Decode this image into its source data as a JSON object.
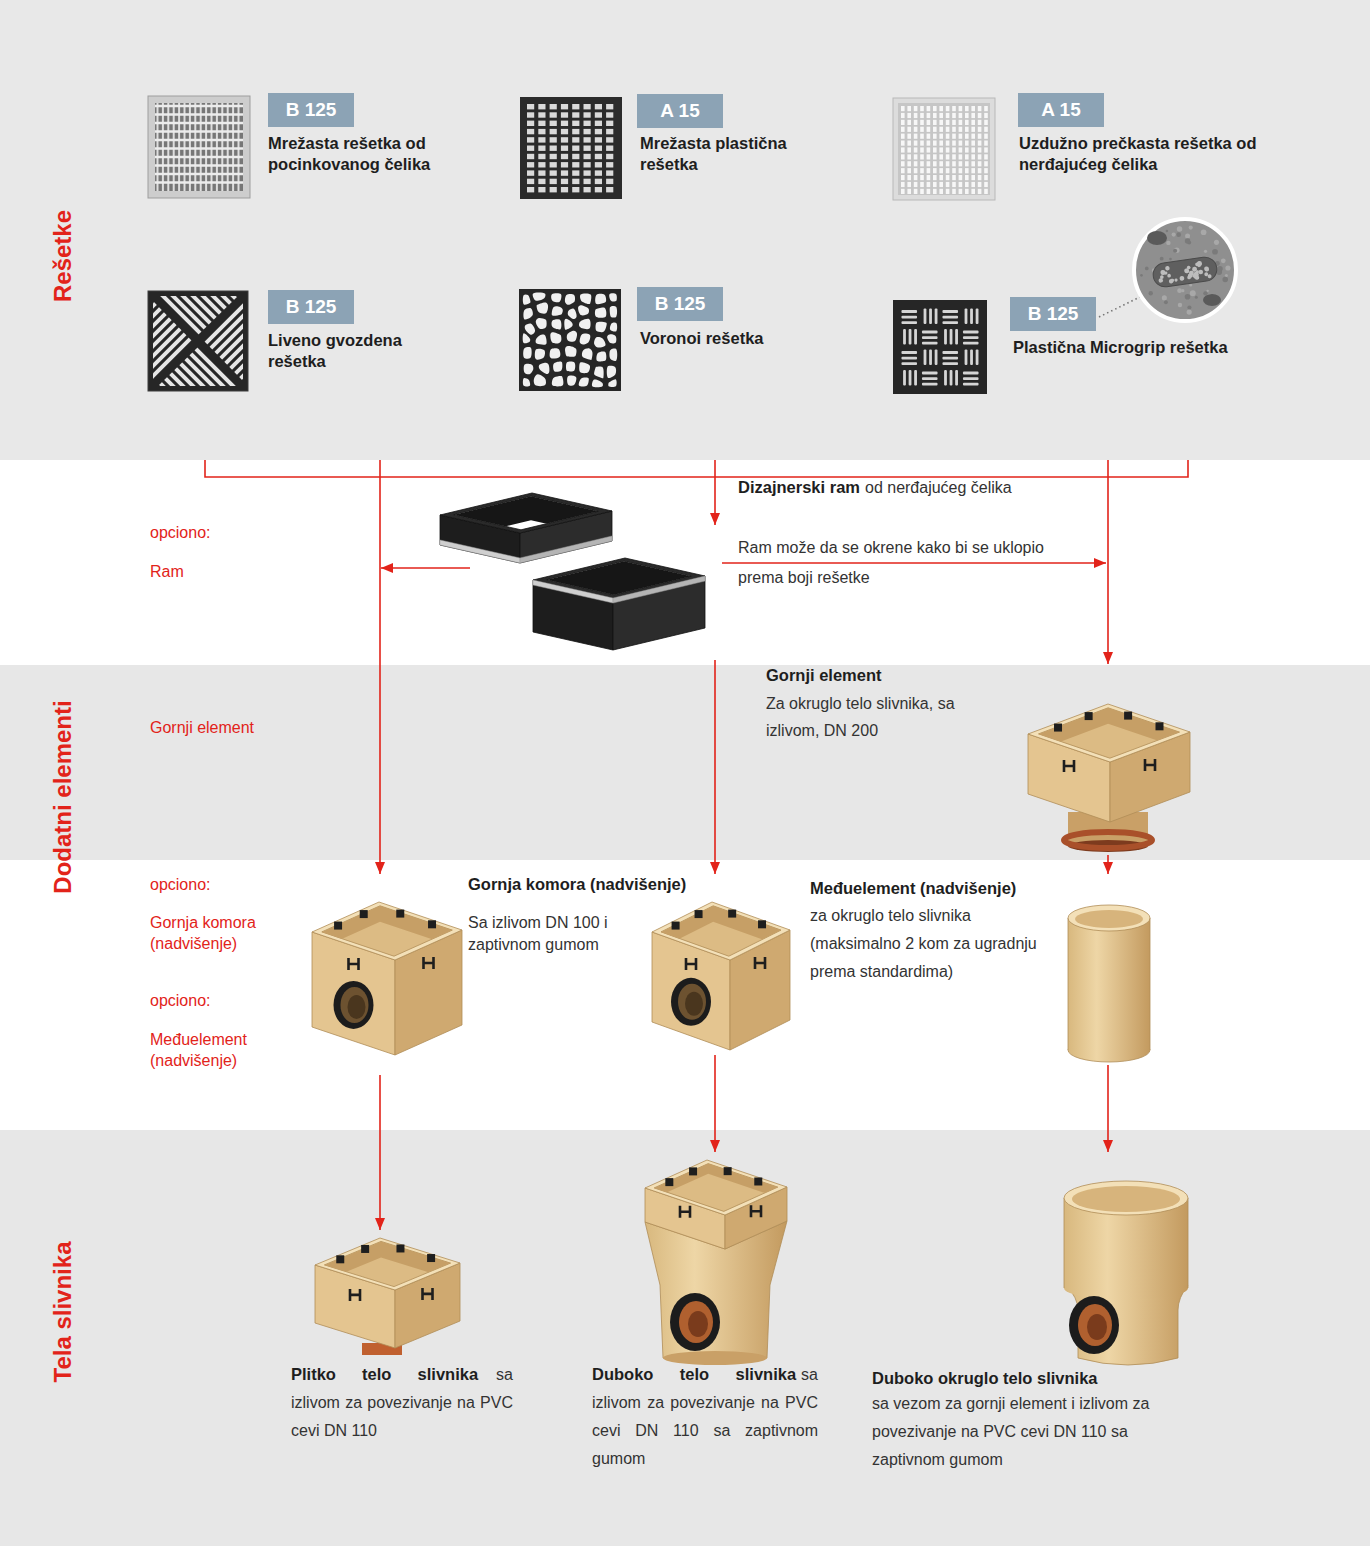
{
  "diagram": {
    "nodes": [
      {
        "text": [
          "Rešetke"
        ]
      },
      {
        "text": [
          "B 125",
          "Mrežasta rešetka od pocinkovanog čelika"
        ],
        "in": 0
      },
      {
        "text": [
          "A 15",
          "Mrežasta plastična rešetka"
        ],
        "in": 0
      },
      {
        "text": [
          "A 15",
          "Uzdužno prečkasta rešetka od nerđajućeg čelika"
        ],
        "in": 0
      },
      {
        "text": [
          "B 125",
          "Liveno gvozdena rešetka"
        ],
        "in": 0
      },
      {
        "text": [
          "B 125",
          "Voronoi rešetka"
        ],
        "in": 0
      },
      {
        "text": [
          "B 125",
          "Plastična Microgrip rešetka"
        ],
        "in": 0
      },
      {
        "text": [
          "Dizajnerski ram",
          "od nerđajućeg čelika",
          "Ram može da se okrene kako bi se uklopio prema boji rešetke"
        ]
      },
      {
        "text": [
          "Gornji element",
          "Za okruglo telo slivnika, sa izlivom, DN 200"
        ]
      },
      {
        "text": [
          "opciono:",
          "Gornja komora (nadvišenje)",
          "opciono:",
          "Međuelement (nadvišenje)"
        ]
      },
      {
        "text": [
          "Gornja komora (nadvišenje)",
          "Sa izlivom DN 100 i zaptivnom gumom"
        ]
      },
      {
        "text": [
          "Međuelement (nadvišenje)",
          "za okruglo telo slivnika (maksimalno 2 kom za ugradnju prema standardima)"
        ]
      },
      {
        "text": [
          "Plitko telo slivnika",
          "sa izlivom za povezivanje na PVC cevi DN 110"
        ]
      },
      {
        "text": [
          "Duboko telo slivnika",
          "sa izlivom za povezivanje na PVC cevi DN 110 sa zaptivnom gumom"
        ]
      },
      {
        "text": [
          "Duboko okruglo telo slivnika",
          "sa vezom za gornji element i izlivom za povezivanje na PVC cevi DN 110 sa zaptivnom gumom"
        ]
      }
    ],
    "edges": [
      {
        "from": 0,
        "to": 7,
        "arrow": "to"
      },
      {
        "from": 0,
        "to": 9,
        "arrow": "to"
      },
      {
        "from": 0,
        "to": 8,
        "arrow": "to"
      },
      {
        "from": 7,
        "to": 10,
        "arrow": "to"
      },
      {
        "from": 9,
        "to": 12,
        "arrow": "to"
      },
      {
        "from": 10,
        "to": 13,
        "arrow": "to"
      },
      {
        "from": 8,
        "to": 11,
        "arrow": "to"
      },
      {
        "from": 11,
        "to": 14,
        "arrow": "to"
      }
    ],
    "labels": [
      "opciono:",
      "Ram",
      "Gornji element",
      "Dodatni elementi",
      "Tela slivnika"
    ]
  }
}
